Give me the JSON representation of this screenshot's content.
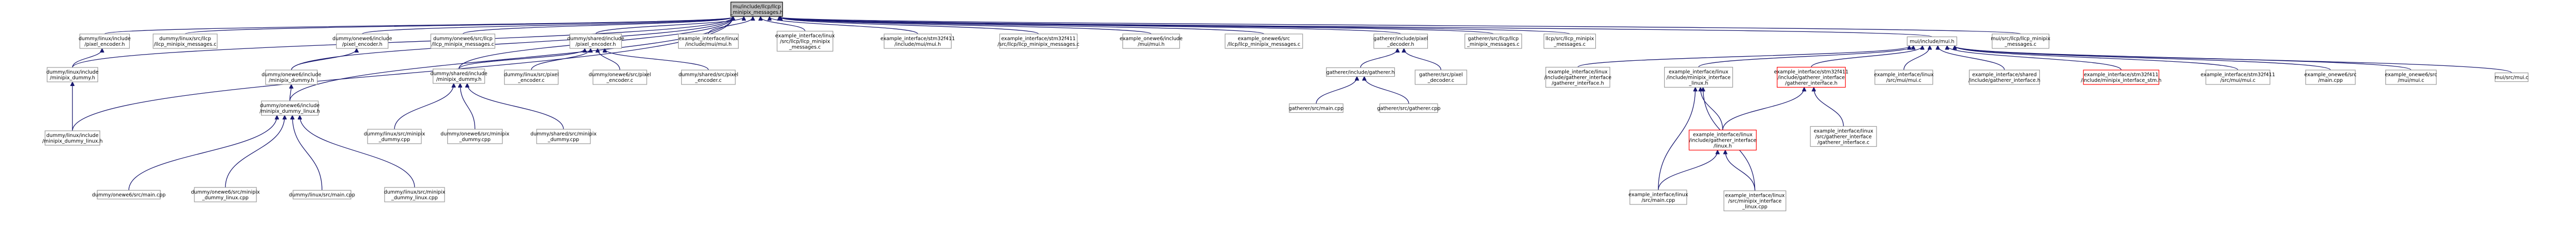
{
  "colors": {
    "edge": "#191970",
    "node_border": "#999999",
    "root_fill": "#bfbfbf",
    "root_border": "#000000",
    "incomplete_border": "#ff0000"
  },
  "nodes": [
    {
      "id": "root",
      "lines": [
        "mu/include/llcp/llcp",
        "_minipix_messages.h"
      ],
      "style": "root"
    },
    {
      "id": "n1",
      "lines": [
        "dummy/linux/include",
        "/pixel_encoder.h"
      ]
    },
    {
      "id": "n2",
      "lines": [
        "dummy/linux/src/llcp",
        "/llcp_minipix_messages.c"
      ]
    },
    {
      "id": "n3",
      "lines": [
        "dummy/onewe6/include",
        "/pixel_encoder.h"
      ]
    },
    {
      "id": "n4",
      "lines": [
        "dummy/onewe6/src/llcp",
        "/llcp_minipix_messages.c"
      ]
    },
    {
      "id": "n5",
      "lines": [
        "dummy/shared/include",
        "/pixel_encoder.h"
      ]
    },
    {
      "id": "n6",
      "lines": [
        "example_interface/linux",
        "/include/mui/mui.h"
      ]
    },
    {
      "id": "n7",
      "lines": [
        "example_interface/linux",
        "/src/llcp/llcp_minipix",
        "_messages.c"
      ]
    },
    {
      "id": "n8",
      "lines": [
        "example_interface/stm32f411",
        "/include/mui/mui.h"
      ]
    },
    {
      "id": "n9",
      "lines": [
        "example_interface/stm32f411",
        "/src/llcp/llcp_minipix_messages.c"
      ]
    },
    {
      "id": "n10",
      "lines": [
        "example_onewe6/include",
        "/mui/mui.h"
      ]
    },
    {
      "id": "n11",
      "lines": [
        "example_onewe6/src",
        "/llcp/llcp_minipix_messages.c"
      ]
    },
    {
      "id": "n12",
      "lines": [
        "gatherer/include/pixel",
        "_decoder.h"
      ]
    },
    {
      "id": "n13",
      "lines": [
        "gatherer/src/llcp/llcp",
        "_minipix_messages.c"
      ]
    },
    {
      "id": "n14",
      "lines": [
        "llcp/src/llcp_minipix",
        "_messages.c"
      ]
    },
    {
      "id": "n15",
      "lines": [
        "mui/include/mui.h"
      ]
    },
    {
      "id": "n16",
      "lines": [
        "mui/src/llcp/llcp_minipix",
        "_messages.c"
      ]
    },
    {
      "id": "n17",
      "lines": [
        "dummy/linux/include",
        "/minipix_dummy.h"
      ]
    },
    {
      "id": "n18",
      "lines": [
        "dummy/onewe6/include",
        "/minipix_dummy.h"
      ]
    },
    {
      "id": "n19",
      "lines": [
        "dummy/shared/include",
        "/minipix_dummy.h"
      ]
    },
    {
      "id": "n20",
      "lines": [
        "dummy/linux/src/pixel",
        "_encoder.c"
      ]
    },
    {
      "id": "n21",
      "lines": [
        "dummy/onewe6/src/pixel",
        "_encoder.c"
      ]
    },
    {
      "id": "n22",
      "lines": [
        "dummy/shared/src/pixel",
        "_encoder.c"
      ]
    },
    {
      "id": "n23",
      "lines": [
        "gatherer/include/gatherer.h"
      ]
    },
    {
      "id": "n24",
      "lines": [
        "gatherer/src/pixel",
        "_decoder.c"
      ]
    },
    {
      "id": "n25",
      "lines": [
        "example_interface/linux",
        "/include/gatherer_interface",
        "/gatherer_interface.h"
      ]
    },
    {
      "id": "n26",
      "lines": [
        "example_interface/linux",
        "/include/minipix_interface",
        "_linux.h"
      ]
    },
    {
      "id": "n27",
      "lines": [
        "example_interface/stm32f411",
        "/include/gatherer_interface",
        "/gatherer_interface.h"
      ],
      "style": "incomplete"
    },
    {
      "id": "n28",
      "lines": [
        "example_interface/linux",
        "/src/mui/mui.c"
      ]
    },
    {
      "id": "n29",
      "lines": [
        "example_interface/shared",
        "/include/gatherer_interface.h"
      ]
    },
    {
      "id": "n30",
      "lines": [
        "example_interface/stm32f411",
        "/include/minipix_interface_stm.h"
      ],
      "style": "incomplete"
    },
    {
      "id": "n31",
      "lines": [
        "example_interface/stm32f411",
        "/src/mui/mui.c"
      ]
    },
    {
      "id": "n32",
      "lines": [
        "example_onewe6/src",
        "/main.cpp"
      ]
    },
    {
      "id": "n33",
      "lines": [
        "example_onewe6/src",
        "/mui/mui.c"
      ]
    },
    {
      "id": "n34",
      "lines": [
        "mui/src/mui.c"
      ]
    },
    {
      "id": "n35",
      "lines": [
        "dummy/linux/include",
        "/minipix_dummy_linux.h"
      ]
    },
    {
      "id": "n36",
      "lines": [
        "dummy/onewe6/include",
        "/minipix_dummy_linux.h"
      ]
    },
    {
      "id": "n37",
      "lines": [
        "dummy/linux/src/minipix",
        "_dummy.cpp"
      ]
    },
    {
      "id": "n38",
      "lines": [
        "dummy/onewe6/src/minipix",
        "_dummy.cpp"
      ]
    },
    {
      "id": "n39",
      "lines": [
        "dummy/shared/src/minipix",
        "_dummy.cpp"
      ]
    },
    {
      "id": "n40",
      "lines": [
        "gatherer/src/main.cpp"
      ]
    },
    {
      "id": "n41",
      "lines": [
        "gatherer/src/gatherer.cpp"
      ]
    },
    {
      "id": "n42",
      "lines": [
        "example_interface/linux",
        "/include/gatherer_interface",
        "/linux.h"
      ],
      "style": "incomplete"
    },
    {
      "id": "n43",
      "lines": [
        "example_interface/linux",
        "/src/gatherer_interface",
        "/gatherer_interface.c"
      ]
    },
    {
      "id": "n44",
      "lines": [
        "dummy/onewe6/src/main.cpp"
      ]
    },
    {
      "id": "n45",
      "lines": [
        "dummy/onewe6/src/minipix",
        "_dummy_linux.cpp"
      ]
    },
    {
      "id": "n46",
      "lines": [
        "dummy/linux/src/main.cpp"
      ]
    },
    {
      "id": "n47",
      "lines": [
        "dummy/linux/src/minipix",
        "_dummy_linux.cpp"
      ]
    },
    {
      "id": "n48",
      "lines": [
        "example_interface/linux",
        "/src/main.cpp"
      ]
    },
    {
      "id": "n49",
      "lines": [
        "example_interface/linux",
        "/src/minipix_interface",
        "_linux.cpp"
      ]
    }
  ],
  "edges": [
    [
      "n1",
      "root"
    ],
    [
      "n2",
      "root"
    ],
    [
      "n3",
      "root"
    ],
    [
      "n4",
      "root"
    ],
    [
      "n5",
      "root"
    ],
    [
      "n6",
      "root"
    ],
    [
      "n7",
      "root"
    ],
    [
      "n8",
      "root"
    ],
    [
      "n9",
      "root"
    ],
    [
      "n10",
      "root"
    ],
    [
      "n11",
      "root"
    ],
    [
      "n12",
      "root"
    ],
    [
      "n13",
      "root"
    ],
    [
      "n14",
      "root"
    ],
    [
      "n15",
      "root"
    ],
    [
      "n16",
      "root"
    ],
    [
      "n17",
      "root"
    ],
    [
      "n18",
      "root"
    ],
    [
      "n19",
      "root"
    ],
    [
      "n35",
      "root"
    ],
    [
      "n36",
      "root"
    ],
    [
      "n17",
      "n1"
    ],
    [
      "n18",
      "n3"
    ],
    [
      "n19",
      "n5"
    ],
    [
      "n20",
      "n5"
    ],
    [
      "n21",
      "n5"
    ],
    [
      "n22",
      "n5"
    ],
    [
      "n23",
      "n12"
    ],
    [
      "n24",
      "n12"
    ],
    [
      "n25",
      "n15"
    ],
    [
      "n26",
      "n15"
    ],
    [
      "n27",
      "n15"
    ],
    [
      "n28",
      "n15"
    ],
    [
      "n29",
      "n15"
    ],
    [
      "n30",
      "n15"
    ],
    [
      "n31",
      "n15"
    ],
    [
      "n32",
      "n15"
    ],
    [
      "n33",
      "n15"
    ],
    [
      "n34",
      "n15"
    ],
    [
      "n35",
      "n17"
    ],
    [
      "n36",
      "n18"
    ],
    [
      "n37",
      "n19"
    ],
    [
      "n38",
      "n19"
    ],
    [
      "n39",
      "n19"
    ],
    [
      "n40",
      "n23"
    ],
    [
      "n41",
      "n23"
    ],
    [
      "n42",
      "n26"
    ],
    [
      "n43",
      "n27"
    ],
    [
      "n48",
      "n26"
    ],
    [
      "n49",
      "n26"
    ],
    [
      "n42",
      "n27"
    ],
    [
      "n48",
      "n42"
    ],
    [
      "n49",
      "n42"
    ],
    [
      "n44",
      "n36"
    ],
    [
      "n45",
      "n36"
    ],
    [
      "n46",
      "n36"
    ],
    [
      "n47",
      "n36"
    ]
  ]
}
